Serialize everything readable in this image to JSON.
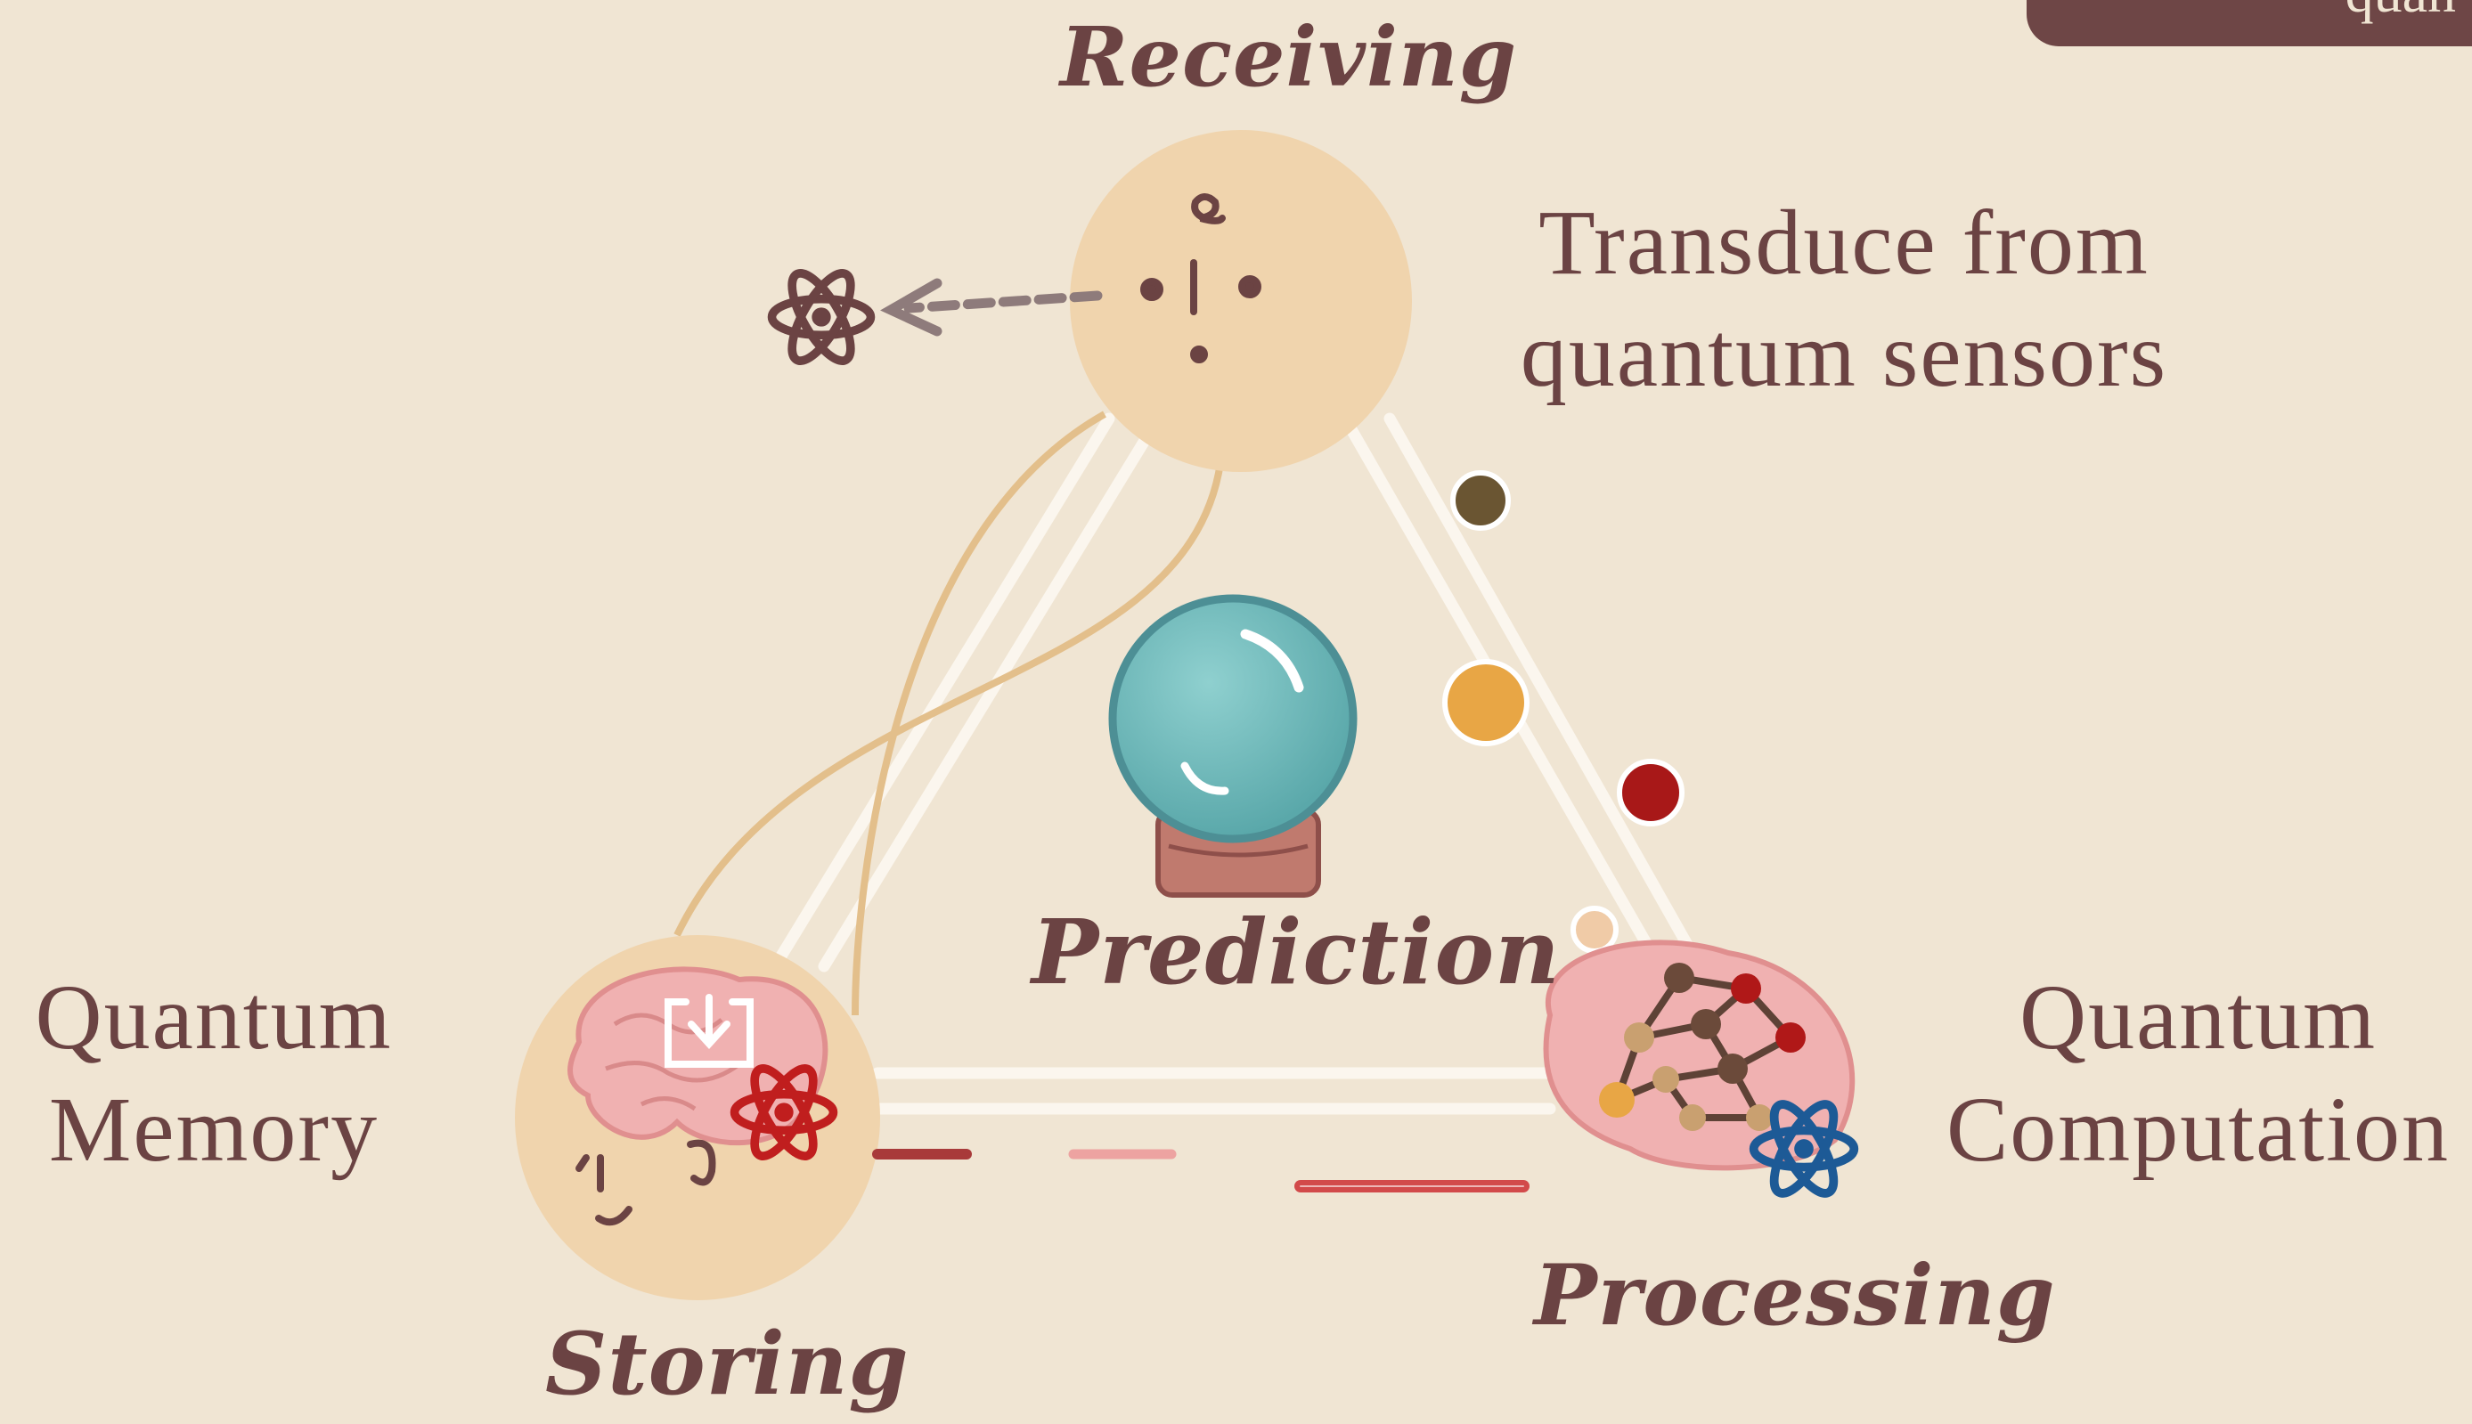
{
  "corner_tab": {
    "text": "quan"
  },
  "stages": {
    "receiving": "Receiving",
    "prediction": "Prediction",
    "storing": "Storing",
    "processing": "Processing"
  },
  "captions": {
    "receiving": [
      "Transduce from",
      "quantum sensors"
    ],
    "storing": [
      "Quantum",
      "Memory"
    ],
    "processing": [
      "Quantum",
      "Computation"
    ]
  },
  "colors": {
    "background": "#f0e5d3",
    "text": "#6b4343",
    "node_fill": "#f0d4ad",
    "edge": "#fbf6ee",
    "brain": "#f0b1b1",
    "crystal_ball": "#6fbcbc",
    "atom_receiving": "#6b4343",
    "atom_storing": "#c01e1e",
    "atom_processing": "#1d5a96",
    "dot_dark": "#6a5532",
    "dot_orange": "#e8a645",
    "dot_red": "#a81818",
    "dot_light": "#f0cba7"
  },
  "icons": [
    "atom-icon",
    "download-icon",
    "crystal-ball-icon",
    "brain-icon",
    "network-icon"
  ]
}
